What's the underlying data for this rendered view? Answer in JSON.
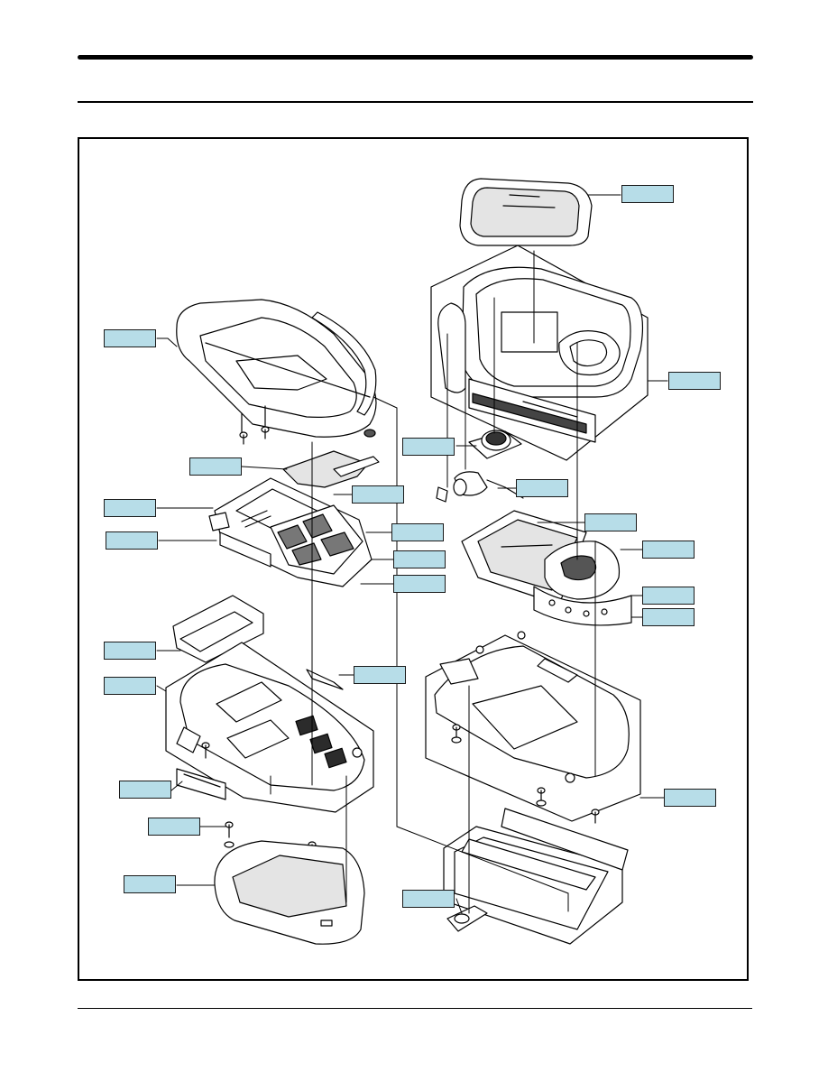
{
  "colors": {
    "callout_fill": "#b7dde8",
    "line": "#000000",
    "part_fill": "#ffffff",
    "screen_fill": "#e4e4e4",
    "chip_fill": "#2b2b2b"
  },
  "callouts": [
    {
      "id": "lcd-window"
    },
    {
      "id": "front-cover"
    },
    {
      "id": "hinge-housing"
    },
    {
      "id": "speaker"
    },
    {
      "id": "vibration-motor"
    },
    {
      "id": "keypad-sheet"
    },
    {
      "id": "lcd-module"
    },
    {
      "id": "side-key"
    },
    {
      "id": "main-pcb"
    },
    {
      "id": "pcb-frame"
    },
    {
      "id": "keypad"
    },
    {
      "id": "nav-key"
    },
    {
      "id": "key-dome"
    },
    {
      "id": "lcd-pcb"
    },
    {
      "id": "dome-sheet"
    },
    {
      "id": "lcd-holder"
    },
    {
      "id": "battery-connector"
    },
    {
      "id": "rear-case"
    },
    {
      "id": "antenna"
    },
    {
      "id": "rear-cover"
    },
    {
      "id": "io-connector"
    },
    {
      "id": "screw"
    },
    {
      "id": "battery"
    },
    {
      "id": "camera-lens"
    }
  ]
}
